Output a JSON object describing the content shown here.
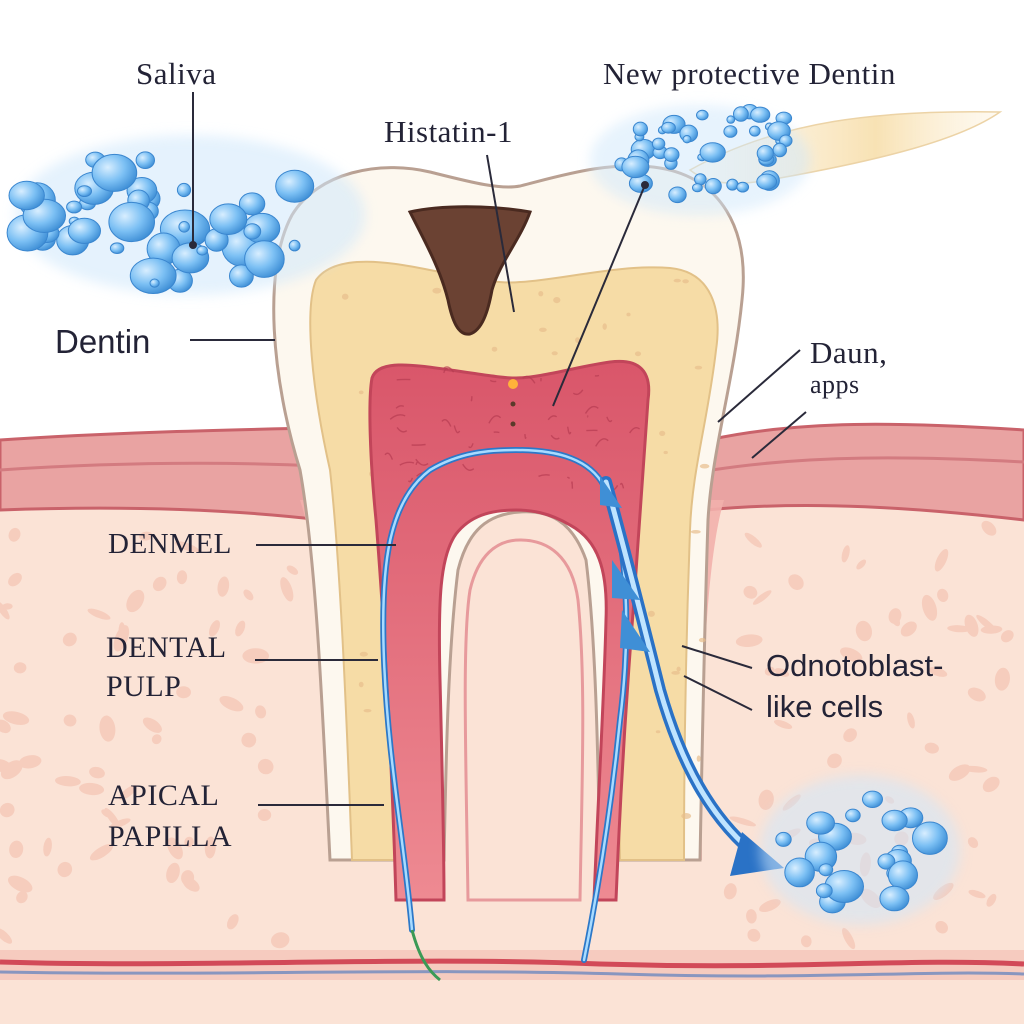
{
  "labels": {
    "saliva": "Saliva",
    "histatin": "Histatin-1",
    "new_dentin": "New protective Dentin",
    "dentin": "Dentin",
    "daun_line1": "Daun,",
    "daun_line2": "apps",
    "enamel": "DENMEL",
    "pulp_line1": "DENTAL",
    "pulp_line2": "PULP",
    "odonto_line1": "Odnotoblast-",
    "odonto_line2": "like cells",
    "apical_line1": "APICAL",
    "apical_line2": "PAPILLA"
  },
  "colors": {
    "gum": "#e9a3a2",
    "gum_edge": "#c9626a",
    "tissue": "#fbe3d6",
    "tissue_spot": "#f5c7b8",
    "enamel": "#fdf8ef",
    "enamel_edge": "#b9a092",
    "dentin": "#f6dca6",
    "pulp": "#e56f7c",
    "canal": "#5fa9e8",
    "cavity": "#6b4233",
    "bubble": "#79bdf2",
    "text": "#232336"
  }
}
